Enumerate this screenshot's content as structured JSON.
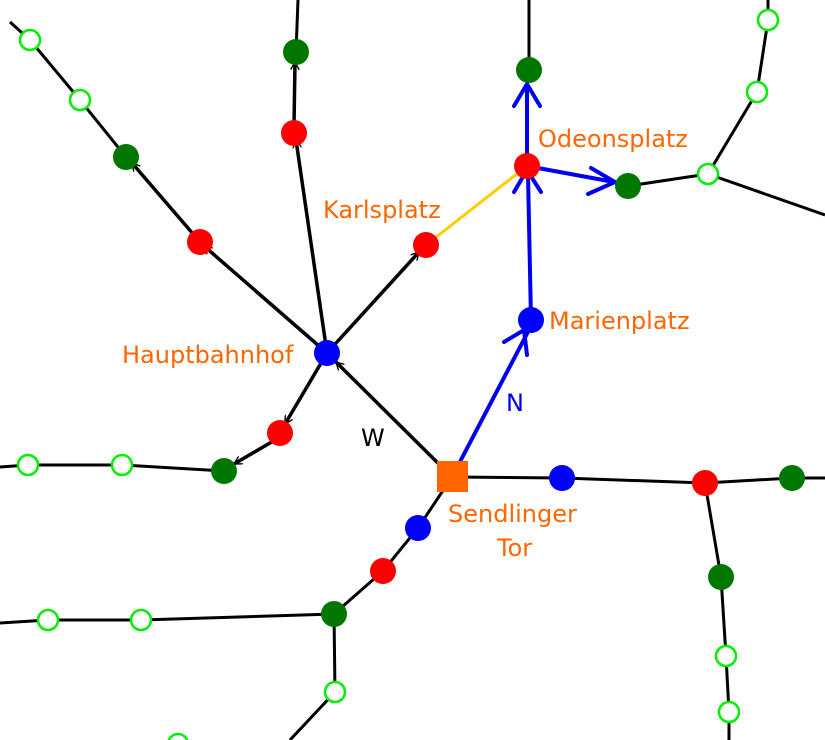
{
  "colors": {
    "edge": "#000000",
    "route_edge": "#0000ee",
    "connector": "#ffcc00",
    "label": "#ff6600",
    "dir_search": "#0000ee",
    "dir_west": "#000000",
    "closed": "#ff0000",
    "frontier": "#0000ff",
    "explored": "#007700",
    "unexplored_stroke": "#00ee00",
    "start": "#ff6600"
  },
  "labels": {
    "hauptbahnhof": "Hauptbahnhof",
    "karlsplatz": "Karlsplatz",
    "odeonsplatz": "Odeonsplatz",
    "marienplatz": "Marienplatz",
    "sendlinger_line1": "Sendlinger",
    "sendlinger_line2": "Tor"
  },
  "directions": {
    "north": "N",
    "west": "W"
  },
  "nodes": [
    {
      "id": "sendlinger-tor",
      "kind": "start"
    },
    {
      "id": "marienplatz",
      "kind": "frontier"
    },
    {
      "id": "odeonsplatz",
      "kind": "closed"
    },
    {
      "id": "hauptbahnhof",
      "kind": "frontier"
    },
    {
      "id": "karlsplatz",
      "kind": "closed"
    }
  ]
}
